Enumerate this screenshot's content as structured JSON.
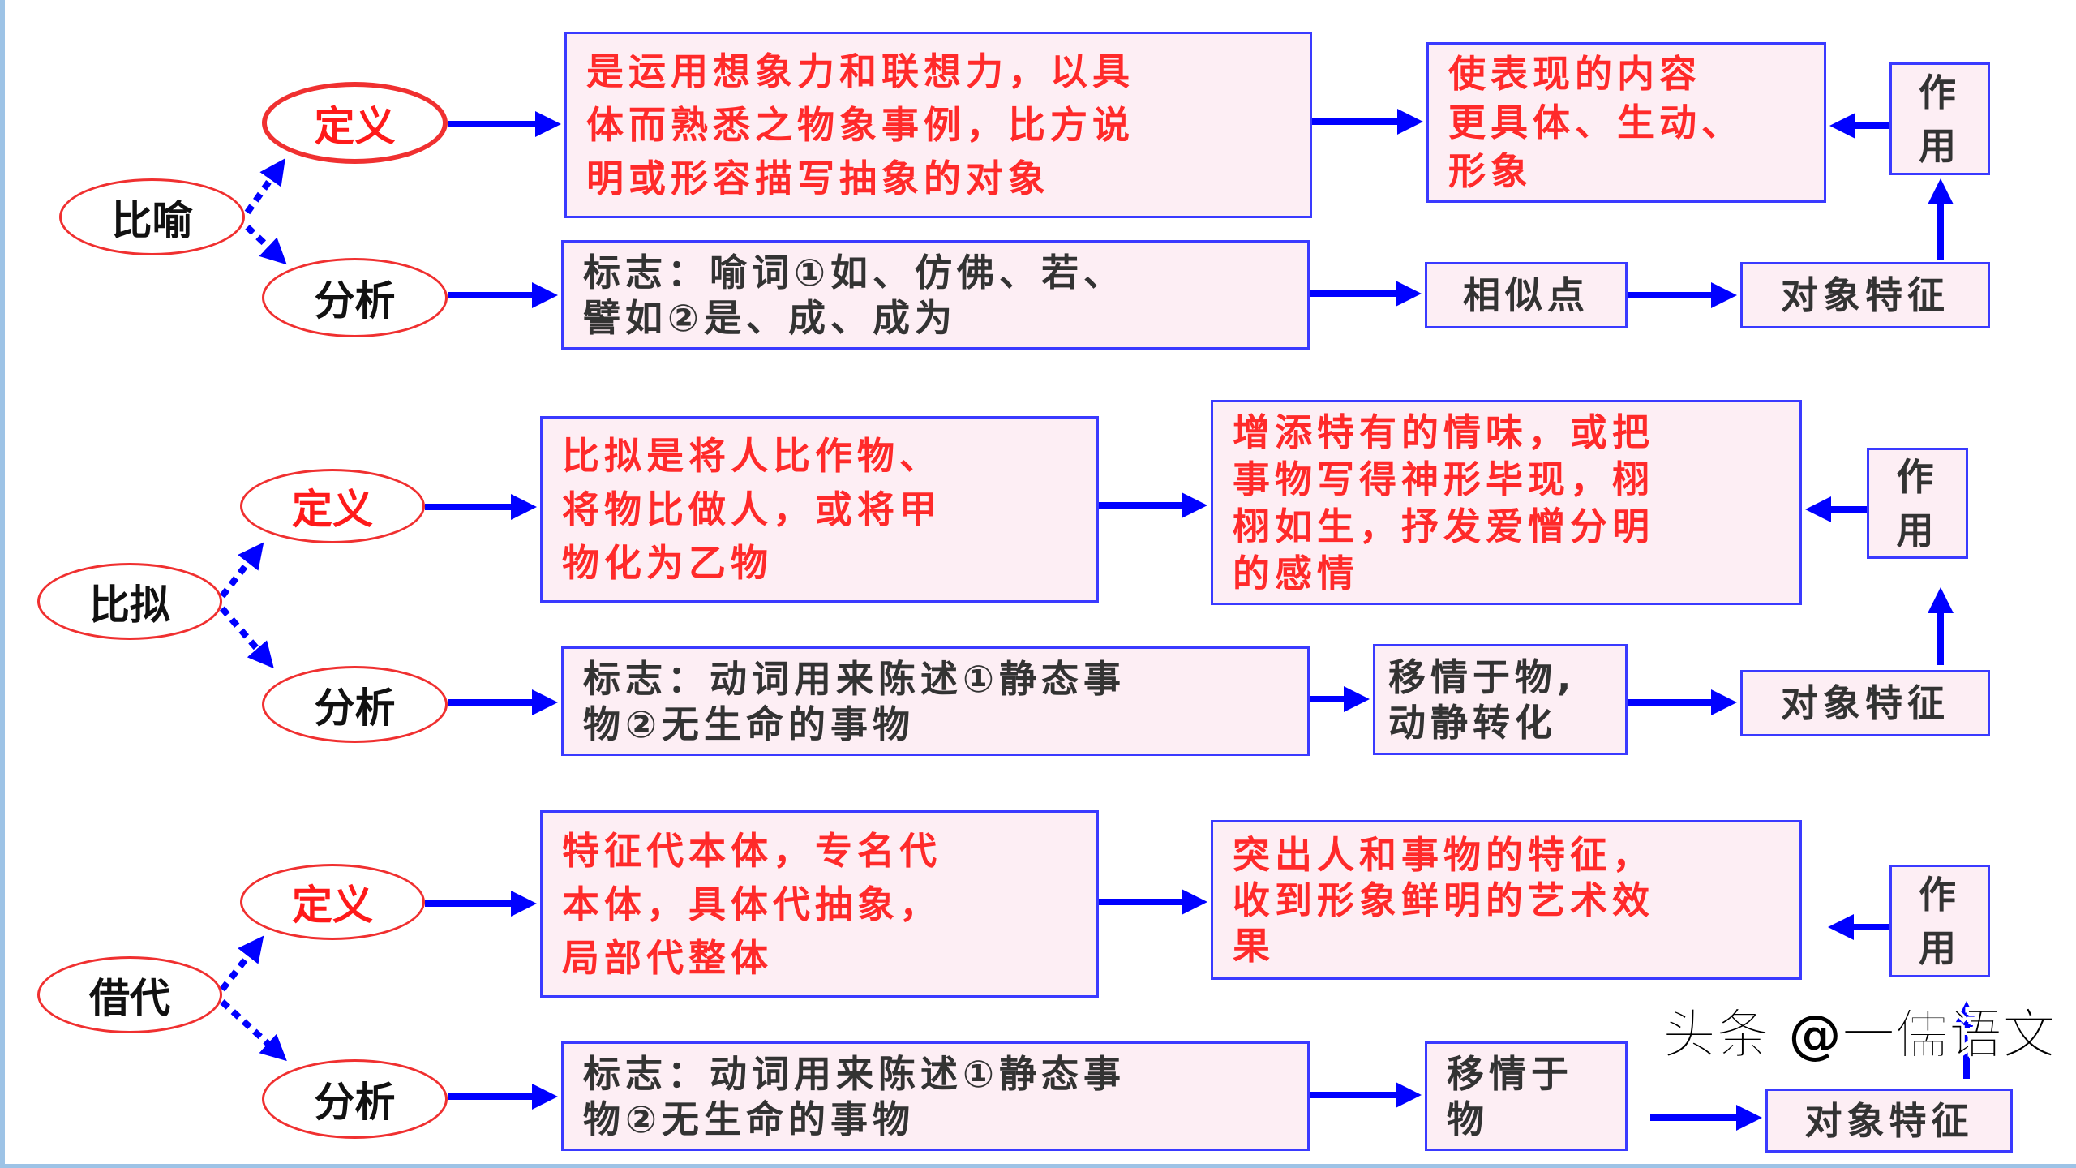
{
  "colors": {
    "arrow": "#0000ff",
    "ellipse_border": "#f03030",
    "box_border": "#3a3aff",
    "box_fill": "#fdeef4",
    "red_text": "#ff2a2a"
  },
  "sections": [
    {
      "root": "比喻",
      "def_label": "定义",
      "analysis_label": "分析",
      "definition": [
        "是运用想象力和联想力，以具",
        "体而熟悉之物象事例，比方说",
        "明或形容描写抽象的对象"
      ],
      "effect": [
        "使表现的内容",
        "更具体、生动、",
        "形象"
      ],
      "role": [
        "作",
        "用"
      ],
      "analysis": [
        "标志：喻词①如、仿佛、若、",
        "譬如②是、成、成为"
      ],
      "middle": [
        "相似点"
      ],
      "feature": "对象特征"
    },
    {
      "root": "比拟",
      "def_label": "定义",
      "analysis_label": "分析",
      "definition": [
        "比拟是将人比作物、",
        "将物比做人，或将甲",
        "物化为乙物"
      ],
      "effect": [
        "增添特有的情味，或把",
        "事物写得神形毕现，栩",
        "栩如生，抒发爱憎分明",
        "的感情"
      ],
      "role": [
        "作",
        "用"
      ],
      "analysis": [
        "标志：动词用来陈述①静态事",
        "物②无生命的事物"
      ],
      "middle": [
        "移情于物,",
        "动静转化"
      ],
      "feature": "对象特征"
    },
    {
      "root": "借代",
      "def_label": "定义",
      "analysis_label": "分析",
      "definition": [
        "特征代本体，专名代",
        "本体，具体代抽象，",
        "局部代整体"
      ],
      "effect": [
        "突出人和事物的特征，",
        "收到形象鲜明的艺术效",
        "果"
      ],
      "role": [
        "作",
        "用"
      ],
      "analysis": [
        "标志：动词用来陈述①静态事",
        "物②无生命的事物"
      ],
      "middle": [
        "移情于",
        "物"
      ],
      "feature": "对象特征"
    }
  ],
  "watermark": "头条 @一儒语文"
}
